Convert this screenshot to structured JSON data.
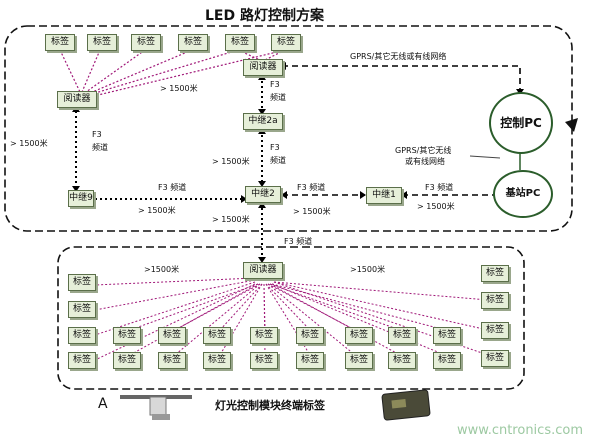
{
  "title": "LED 路灯控制方案",
  "tag_label": "标签",
  "reader_label": "阅读器",
  "relays": {
    "r2a": "中继2a",
    "r2": "中继2",
    "r9": "中继9",
    "r1": "中继1"
  },
  "control_pc": "控制PC",
  "base_pc": "基站PC",
  "labels": {
    "gprs_top": "GPRS/其它无线或有线网络",
    "gprs_mid_1": "GPRS/其它无线",
    "gprs_mid_2": "或有线网络",
    "f3": "F3",
    "f3_band": "F3 频道",
    "band": "频道",
    "dist": "> 1500米",
    "dist_top": ">1500米"
  },
  "caption": "灯光控制模块终端标签",
  "letter_a": "A",
  "watermark": "www.cntronics.com",
  "colors": {
    "tag_fill": "#e6efd9",
    "pc_border": "#2b5d2b",
    "dotted_link": "#a01878",
    "relay_link": "#000000"
  }
}
